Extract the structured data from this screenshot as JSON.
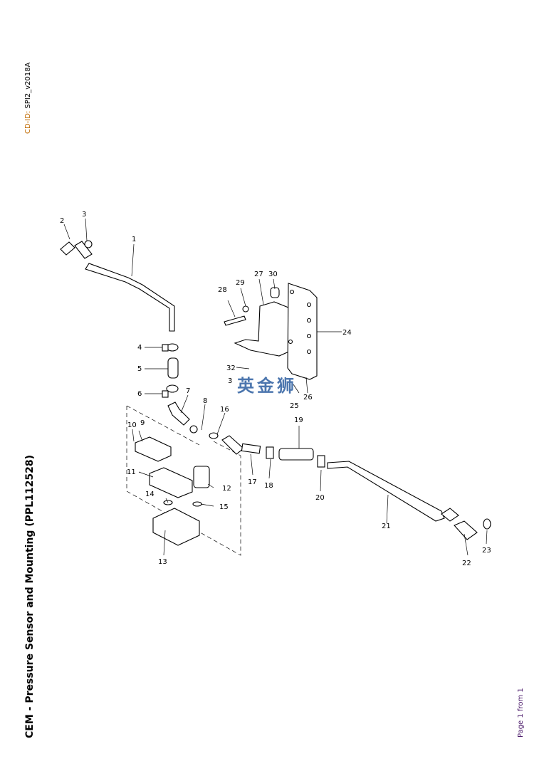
{
  "header": {
    "cd_id_prefix": "CD-ID:",
    "cd_id_value": "SPI2_v2018A"
  },
  "title": "CEM - Pressure Sensor and Mounting (PPL112528)",
  "footer": {
    "page_label": "Page 1 from 1"
  },
  "watermark": "英金狮",
  "callouts": [
    "1",
    "2",
    "3",
    "4",
    "5",
    "6",
    "7",
    "8",
    "9",
    "10",
    "11",
    "12",
    "13",
    "14",
    "15",
    "16",
    "17",
    "18",
    "19",
    "20",
    "21",
    "22",
    "23",
    "24",
    "25",
    "26",
    "27",
    "28",
    "29",
    "30",
    "32",
    "3"
  ]
}
